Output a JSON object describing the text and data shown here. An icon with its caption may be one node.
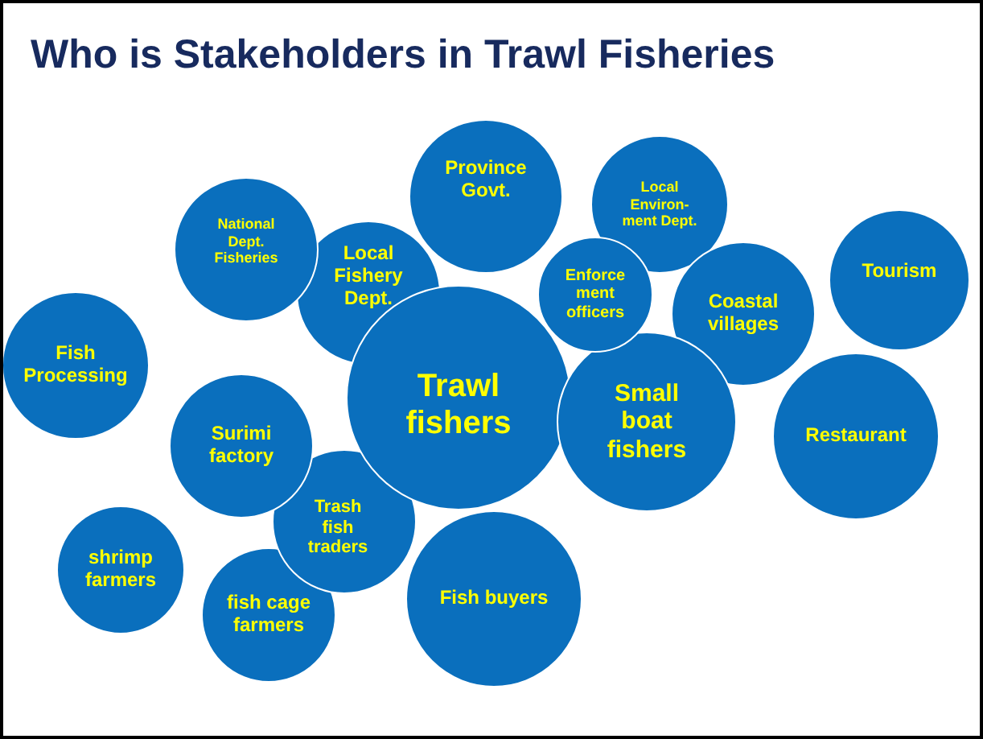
{
  "diagram": {
    "title": "Who is Stakeholders in Trawl Fisheries",
    "nodes": [
      {
        "text": [
          "Fish Processing"
        ]
      },
      {
        "text": [
          "National Dept. Fisheries"
        ]
      },
      {
        "text": [
          "Local Fishery Dept."
        ]
      },
      {
        "text": [
          "Province Govt."
        ]
      },
      {
        "text": [
          "Local Environ-ment Dept."
        ]
      },
      {
        "text": [
          "Enforce ment officers"
        ]
      },
      {
        "text": [
          "Coastal villages"
        ]
      },
      {
        "text": [
          "Tourism"
        ]
      },
      {
        "text": [
          "Trawl fishers"
        ]
      },
      {
        "text": [
          "Small boat fishers"
        ]
      },
      {
        "text": [
          "Restaurant"
        ]
      },
      {
        "text": [
          "Surimi factory"
        ]
      },
      {
        "text": [
          "Trash fish traders"
        ]
      },
      {
        "text": [
          "shrimp farmers"
        ]
      },
      {
        "text": [
          "fish cage farmers"
        ]
      },
      {
        "text": [
          "Fish buyers"
        ]
      }
    ]
  }
}
